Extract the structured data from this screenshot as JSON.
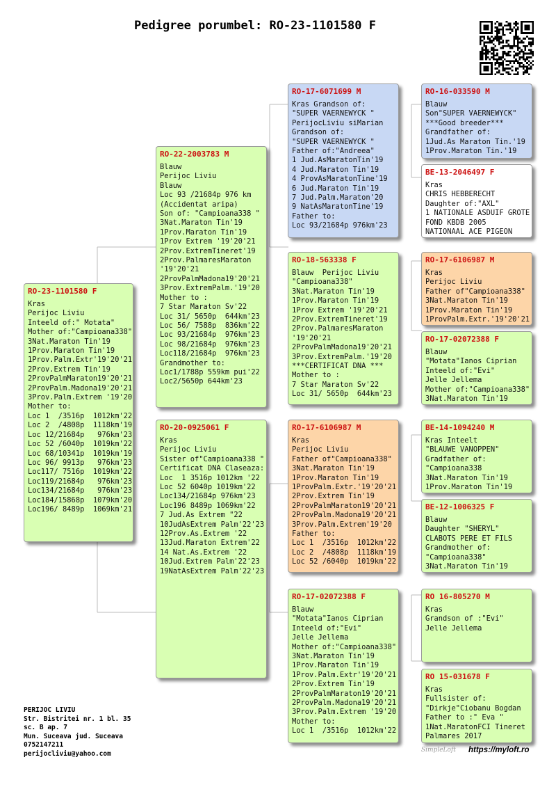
{
  "title": "Pedigree porumbel: RO-23-1101580 F",
  "cards": [
    {
      "ring": "RO-23-1101580 F",
      "color": "green",
      "lines": [
        "Kras",
        "Perijoc Liviu",
        "Inteeld of:\" Motata\"",
        "Mother of:\"Campioana338\"",
        "3Nat.Maraton Tin'19",
        "1Prov.Maraton Tin'19",
        "1Prov.Palm.Extr'19'20'21",
        "2Prov.Extrem Tin'19",
        "2ProvPalmMaraton19'20'21",
        "2ProvPalm.Madona19'20'21",
        "3Prov.Palm.Extrem '19'20",
        "Mother to:",
        "Loc 1  /3516p  1012km'22",
        "Loc 2  /4808p  1118km'19",
        "Loc 12/21684p   976km'23",
        "Loc 52 /6040p  1019km'22",
        "Loc 68/10341p  1019km'19",
        "Loc 96/ 9913p   976km'23",
        "Loc117/ 7516p  1019km'22",
        "Loc119/21684p   976km'23",
        "Loc134/21684p   976km'23",
        "Loc184/15868p  1079km'20",
        "Loc196/ 8489p  1069km'21"
      ]
    },
    {
      "ring": "RO-22-2003783 M",
      "color": "green",
      "lines": [
        "Blauw",
        "Perijoc Liviu",
        "Blauw",
        "Loc 93 /21684p 976 km",
        "(Accidentat aripa)",
        "Son of: \"Campioana338 \"",
        "3Nat.Maraton Tin'19",
        "1Prov.Maraton Tin'19",
        "1Prov Extrem '19'20'21",
        "2Prov.ExtremTineret'19",
        "2Prov.PalmaresMaraton",
        "'19'20'21",
        "2ProvPalmMadona19'20'21",
        "3Prov.ExtremPalm.'19'20",
        "Mother to :",
        "7 Star Maraton Sv'22",
        "Loc 31/ 5650p  644km'23",
        "Loc 56/ 7588p  836km'22",
        "Loc 93/21684p  976km'23",
        "Loc 98/21684p  976km'23",
        "Loc118/21684p  976km'23",
        "Grandmother to:",
        "Loc1/1788p 559km pui'22",
        "Loc2/5650p 644km'23"
      ]
    },
    {
      "ring": "RO-20-0925061 F",
      "color": "green",
      "lines": [
        "Kras",
        "Perijoc Liviu",
        "Sister of\"Campioana338 \"",
        "Certificat DNA Claseaza:",
        "Loc  1 3516p 1012km '22",
        "Loc 52 6040p 1019km'22",
        "Loc134/21684p 976km'23",
        "Loc196 8489p 1069km'22",
        "7 Jud.As Extrem \"22",
        "10JudAsExtrem Palm'22'23",
        "12Prov.As.Extrem '22",
        "13Jud.Maraton Extrem'22",
        "14 Nat.As.Extrem '22",
        "10Jud.Extrem Palm'22'23",
        "19NatAsExtrem Palm'22'23"
      ]
    },
    {
      "ring": "RO-17-6071699 M",
      "color": "blue",
      "lines": [
        "Kras Grandson of:",
        "\"SUPER VAERNEWYCK \"",
        "PerijocLiviu siMarian",
        "Grandson of:",
        "\"SUPER VAERNEWYCK \"",
        "Father of:\"Andreea\"",
        "1 Jud.AsMaratonTin'19",
        "4 Jud.Maraton Tin'19",
        "4 ProvAsMaratonTine'19",
        "6 Jud.Maraton Tin'19",
        "7 Jud.Palm.Maraton'20",
        "9 NatAsMaratonTine'19",
        "Father to:",
        "Loc 93/21684p 976km'23"
      ]
    },
    {
      "ring": "RO-18-563338 F",
      "color": "green",
      "lines": [
        "Blauw  Perijoc Liviu",
        "\"Campioana338\"",
        "3Nat.Maraton Tin'19",
        "1Prov.Maraton Tin'19",
        "1Prov Extrem '19'20'21",
        "2Prov.ExtremTineret'19",
        "2Prov.PalmaresMaraton",
        "'19'20'21",
        "2ProvPalmMadona19'20'21",
        "3Prov.ExtremPalm.'19'20",
        "***CERTIFICAT DNA ***",
        "Mother to :",
        "7 Star Maraton Sv'22",
        "Loc 31/ 5650p  644km'23"
      ]
    },
    {
      "ring": "RO-17-6106987 M",
      "color": "orange",
      "lines": [
        "Kras",
        "Perijoc Liviu",
        "Father of\"Campioana338\"",
        "3Nat.Maraton Tin'19",
        "1Prov.Maraton Tin'19",
        "1ProvPalm.Extr.'19'20'21",
        "2Prov.Extrem Tin'19",
        "2ProvPalmMaraton19'20'21",
        "2ProvPalm.Madona19'20'21",
        "3Prov.Palm.Extrem'19'20",
        "Father to:",
        "Loc 1  /3516p  1012km'22",
        "Loc 2  /4808p  1118km'19",
        "Loc 52 /6040p  1019km'22"
      ]
    },
    {
      "ring": "RO-17-02072388 F",
      "color": "green",
      "lines": [
        "Blauw",
        "\"Motata\"Ianos Ciprian",
        "Inteeld of:\"Evi\"",
        "Jelle Jellema",
        "Mother of:\"Campioana338\"",
        "3Nat.Maraton Tin'19",
        "1Prov.Maraton Tin'19",
        "1Prov.Palm.Extr'19'20'21",
        "2Prov.Extrem Tin'19",
        "2ProvPalmMaraton19'20'21",
        "2ProvPalm.Madona19'20'21",
        "3Prov.Palm.Extrem '19'20",
        "Mother to:",
        "Loc 1  /3516p  1012km'22"
      ]
    },
    {
      "ring": "RO-16-033590 M",
      "color": "blue",
      "lines": [
        "Blauw",
        "Son\"SUPER VAERNEWYCK\"",
        "***Good breeder***",
        "Grandfather of:",
        "1Jud.As Maraton Tin.'19",
        "1Prov.Maraton Tin.'19"
      ]
    },
    {
      "ring": "BE-13-2046497 F",
      "color": "white",
      "lines": [
        "Kras",
        "CHRIS HEBBERECHT",
        "Daughter of:\"AXL\"",
        "1 NATIONALE ASDUIF GROTE",
        "FOND KBDB 2005",
        "NATIONAAL ACE PIGEON"
      ]
    },
    {
      "ring": "RO-17-6106987 M",
      "color": "orange",
      "lines": [
        "Kras",
        "Perijoc Liviu",
        "Father of\"Campioana338\"",
        "3Nat.Maraton Tin'19",
        "1Prov.Maraton Tin'19",
        "1ProvPalm.Extr.'19'20'21"
      ]
    },
    {
      "ring": "RO-17-02072388 F",
      "color": "green",
      "lines": [
        "Blauw",
        "\"Motata\"Ianos Ciprian",
        "Inteeld of:\"Evi\"",
        "Jelle Jellema",
        "Mother of:\"Campioana338\"",
        "3Nat.Maraton Tin'19"
      ]
    },
    {
      "ring": "BE-14-1094240 M",
      "color": "green",
      "lines": [
        "Kras Inteelt",
        "\"BLAUWE VANOPPEN\"",
        "Gradfather of:",
        "\"Campioana338",
        "3Nat.Maraton Tin'19",
        "1Prov.Maraton Tin'19"
      ]
    },
    {
      "ring": "BE-12-1006325 F",
      "color": "green",
      "lines": [
        "Blauw",
        "Daughter \"SHERYL\"",
        "CLABOTS PERE ET FILS",
        "Grandmother of:",
        "\"Campioana338\"",
        "3Nat.Maraton Tin'19"
      ]
    },
    {
      "ring": "RO 16-805270 M",
      "color": "green",
      "lines": [
        "Kras",
        "Grandson of :\"Evi\"",
        "Jelle Jellema"
      ]
    },
    {
      "ring": "RO 15-031678 F",
      "color": "green",
      "lines": [
        "Kras",
        "Fullsister of:",
        "\"Dirkje\"Ciobanu Bogdan",
        "Father to :\" Eva \"",
        "1Nat.MaratonFCI Tineret",
        "Palmares 2017"
      ]
    }
  ],
  "footer": [
    "PERIJOC LIVIU",
    "Str. Bistritei nr. 1 bl. 35",
    "sc. B ap. 7",
    "Mun. Suceava jud. Suceava",
    "0752147211",
    "perijocliviu@yahoo.com"
  ],
  "signature": "SimpleLoft",
  "website": "https://myloft.ro"
}
